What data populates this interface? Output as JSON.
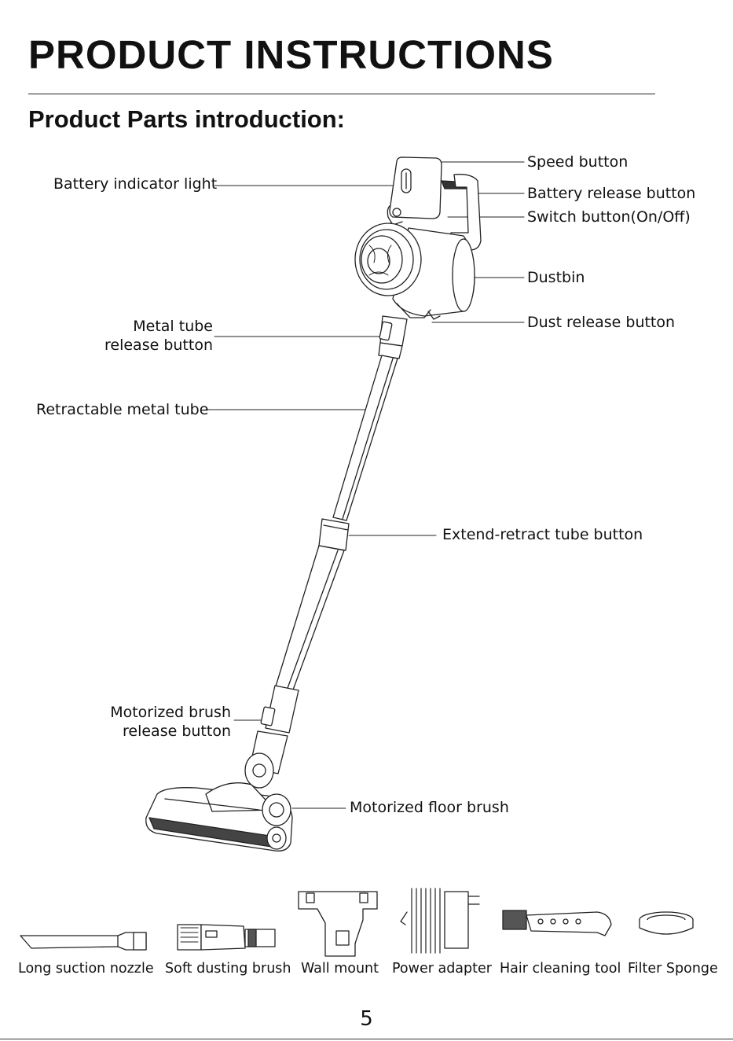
{
  "header": {
    "title": "PRODUCT INSTRUCTIONS",
    "subtitle": "Product Parts introduction:"
  },
  "parts": {
    "speed_button": "Speed button",
    "battery_indicator": "Battery indicator light",
    "battery_release": "Battery release button",
    "switch_button": "Switch button(On/Off)",
    "dustbin": "Dustbin",
    "dust_release": "Dust release button",
    "metal_tube_release_1": "Metal tube",
    "metal_tube_release_2": "release button",
    "retractable_tube": "Retractable metal tube",
    "extend_retract": "Extend-retract tube button",
    "motorized_brush_release_1": "Motorized brush",
    "motorized_brush_release_2": "release button",
    "floor_brush": "Motorized floor brush"
  },
  "accessories": [
    "Long suction nozzle",
    "Soft dusting brush",
    "Wall mount",
    "Power adapter",
    "Hair cleaning tool",
    "Filter Sponge"
  ],
  "page_number": "5"
}
